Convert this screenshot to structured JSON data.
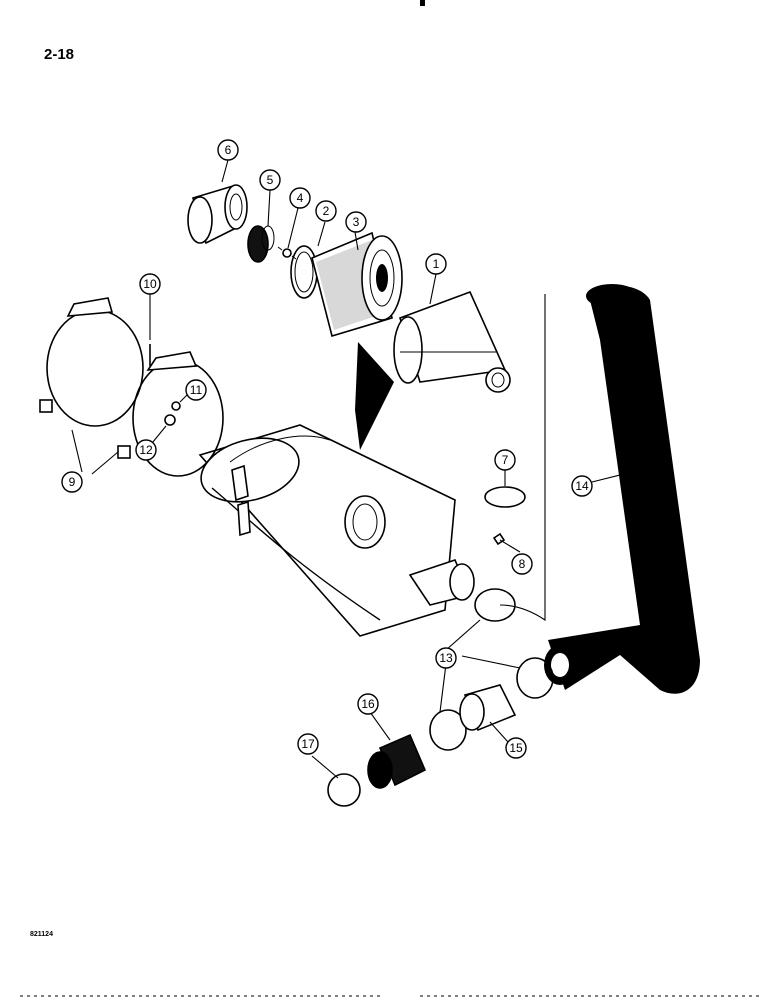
{
  "page_number": "2-18",
  "drawing_id": "821124",
  "callouts": [
    {
      "id": "c1",
      "label": "1"
    },
    {
      "id": "c2",
      "label": "2"
    },
    {
      "id": "c3",
      "label": "3"
    },
    {
      "id": "c4",
      "label": "4"
    },
    {
      "id": "c5",
      "label": "5"
    },
    {
      "id": "c6",
      "label": "6"
    },
    {
      "id": "c7",
      "label": "7"
    },
    {
      "id": "c8",
      "label": "8"
    },
    {
      "id": "c9",
      "label": "9"
    },
    {
      "id": "c10",
      "label": "10"
    },
    {
      "id": "c11",
      "label": "11"
    },
    {
      "id": "c12",
      "label": "12"
    },
    {
      "id": "c13",
      "label": "13"
    },
    {
      "id": "c14",
      "label": "14"
    },
    {
      "id": "c15",
      "label": "15"
    },
    {
      "id": "c16",
      "label": "16"
    },
    {
      "id": "c17",
      "label": "17"
    }
  ]
}
